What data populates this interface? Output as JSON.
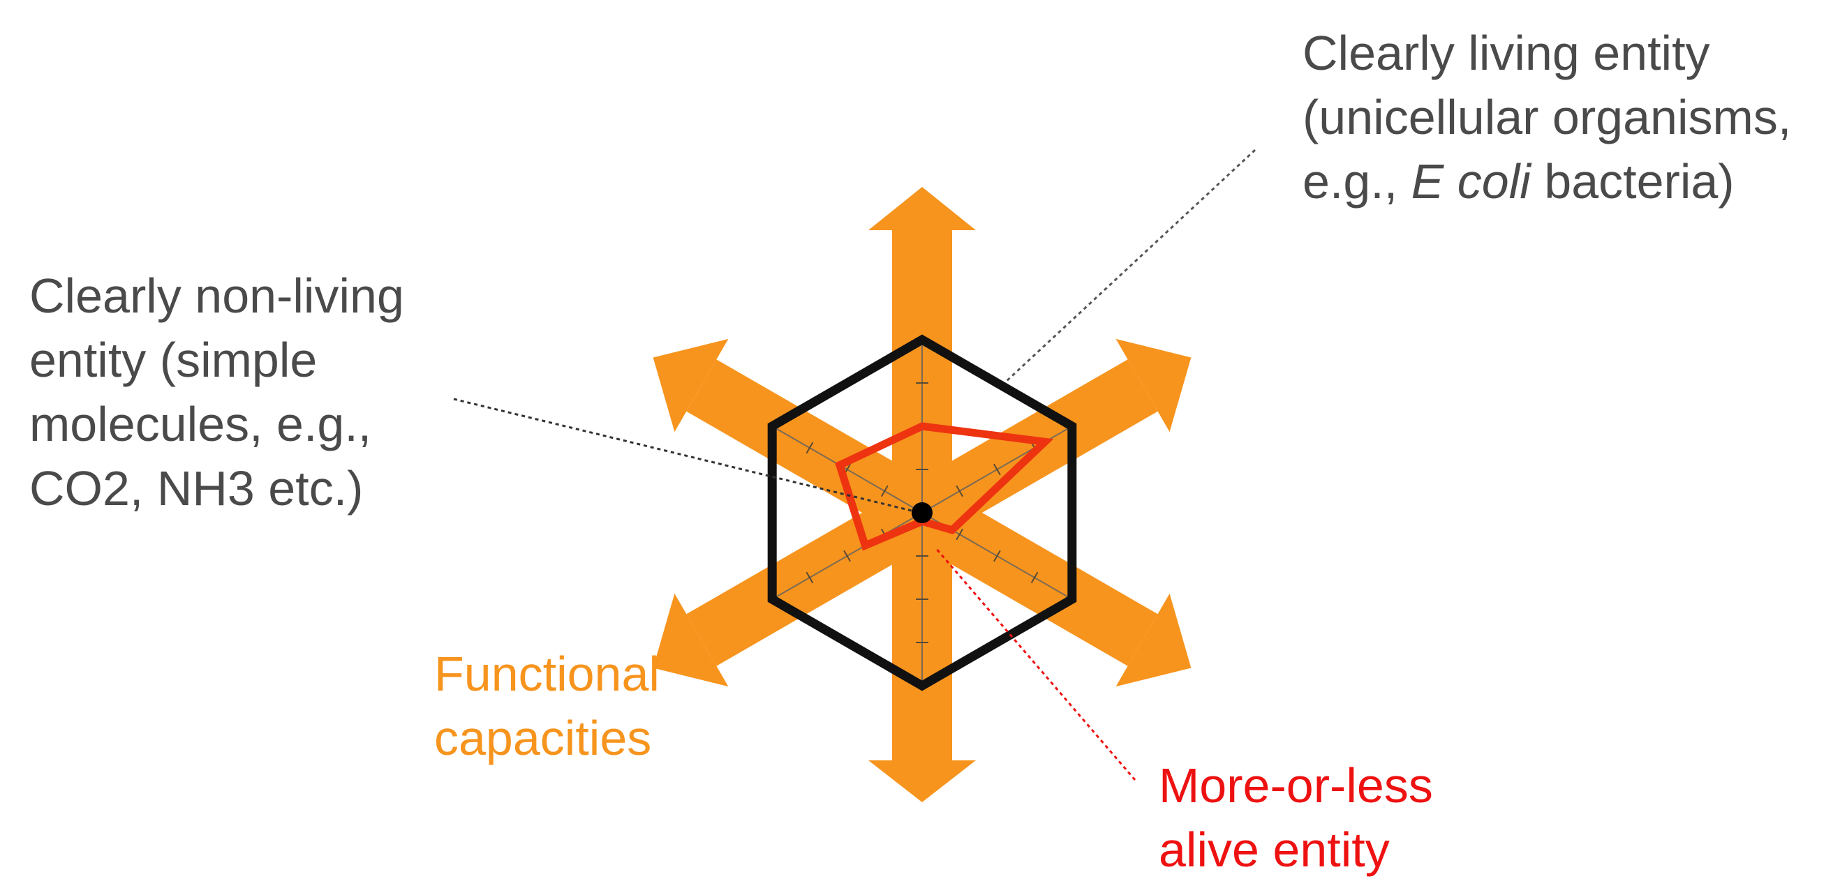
{
  "labels": {
    "living": {
      "line1": "Clearly living entity",
      "line2": "(unicellular organisms,",
      "line3_prefix": "e.g., ",
      "line3_italic": "E coli",
      "line3_suffix": " bacteria)"
    },
    "nonliving": {
      "line1": "Clearly non-living",
      "line2": "entity (simple",
      "line3": "molecules, e.g.,",
      "line4": "CO2, NH3 etc.)"
    },
    "functional": {
      "line1": "Functional",
      "line2": "capacities"
    },
    "partial": {
      "line1": "More-or-less",
      "line2": "alive entity"
    }
  },
  "colors": {
    "arrows": "#f7941d",
    "hexagon": "#111111",
    "partial_polygon": "#ee3311",
    "text_grey": "#4a4a4a",
    "text_orange": "#f7941d",
    "text_red": "#ee1111"
  },
  "radar": {
    "axes": 6,
    "max_level": 1.0,
    "more_or_less_alive_levels": [
      0.5,
      0.82,
      0.2,
      0.05,
      0.38,
      0.55
    ]
  }
}
